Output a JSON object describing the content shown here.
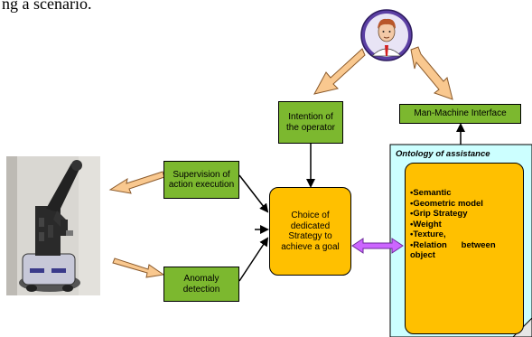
{
  "top_text": "ng a scenario.",
  "nodes": {
    "intention": "Intention of the operator",
    "mmi": "Man-Machine Interface",
    "supervision": "Supervision of action execution",
    "anomaly": "Anomaly detection",
    "choice": "Choice of dedicated Strategy to achieve a goal"
  },
  "ontology": {
    "title": "Ontology of assistance",
    "items": [
      "•Semantic",
      "•Geometric model",
      "•Grip Strategy",
      "•Weight",
      "•Texture,",
      "•Relation      between object"
    ]
  },
  "colors": {
    "green_box": "#7cb82f",
    "orange_box": "#ffc000",
    "ontology_bg": "#ccffff",
    "peach_arrow": "#f9c88f",
    "purple_arrow": "#cc66ff"
  },
  "icons": [
    "operator-avatar-icon",
    "robot-photo"
  ]
}
